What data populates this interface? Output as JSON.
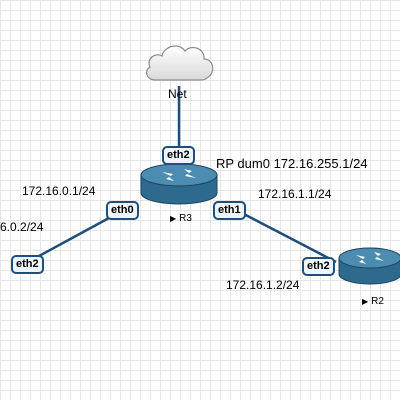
{
  "network": {
    "cloud": {
      "label": "Net"
    },
    "routers": [
      {
        "id": "r3",
        "name": "R3"
      },
      {
        "id": "r2",
        "name": "R2"
      },
      {
        "id": "r1",
        "name": ""
      }
    ],
    "interfaces": {
      "r3_eth2": "eth2",
      "r3_eth0": "eth0",
      "r3_eth1": "eth1",
      "r2_eth2": "eth2",
      "r1_eth2": "eth2"
    },
    "addresses": {
      "rp_dum0": "RP dum0 172.16.255.1/24",
      "r3_eth0": "172.16.0.1/24",
      "r3_eth1": "172.16.1.1/24",
      "r2_eth2": "172.16.1.2/24",
      "r1_eth2": "6.0.2/24"
    },
    "colors": {
      "router": "#2e6a8e",
      "router_top": "#4c8cb0",
      "link": "#1f4e7a",
      "grid": "#e6e6e6"
    }
  }
}
